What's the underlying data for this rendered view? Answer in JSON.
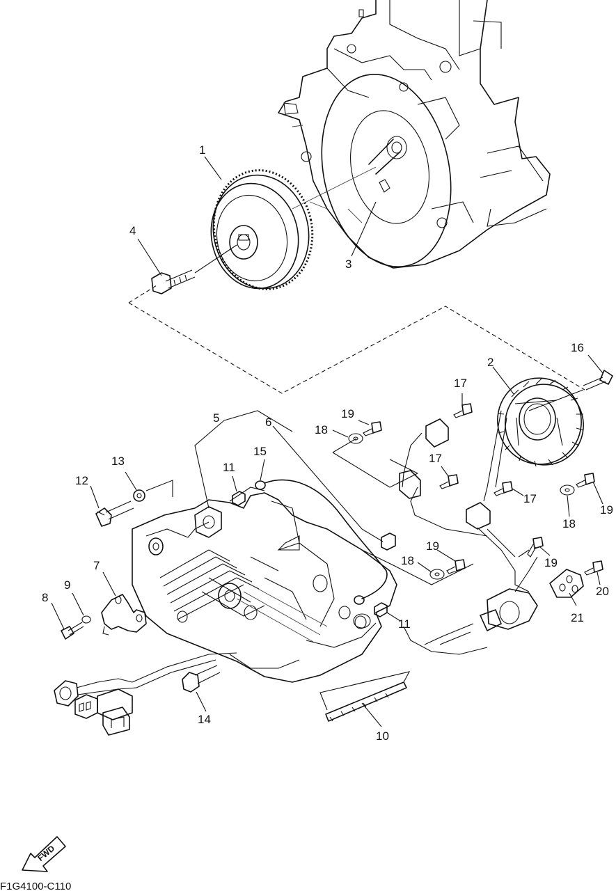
{
  "diagram": {
    "fwd_label": "FWD",
    "figure_code": "F1G4100-C110",
    "callouts": {
      "c1": "1",
      "c2": "2",
      "c3": "3",
      "c4": "4",
      "c5": "5",
      "c6": "6",
      "c7": "7",
      "c8": "8",
      "c9": "9",
      "c10": "10",
      "c11a": "11",
      "c11b": "11",
      "c12": "12",
      "c13": "13",
      "c14": "14",
      "c15": "15",
      "c16": "16",
      "c17a": "17",
      "c17b": "17",
      "c17c": "17",
      "c18a": "18",
      "c18b": "18",
      "c18c": "18",
      "c19a": "19",
      "c19b": "19",
      "c19c": "19",
      "c19d": "19",
      "c20": "20",
      "c21": "21"
    }
  }
}
